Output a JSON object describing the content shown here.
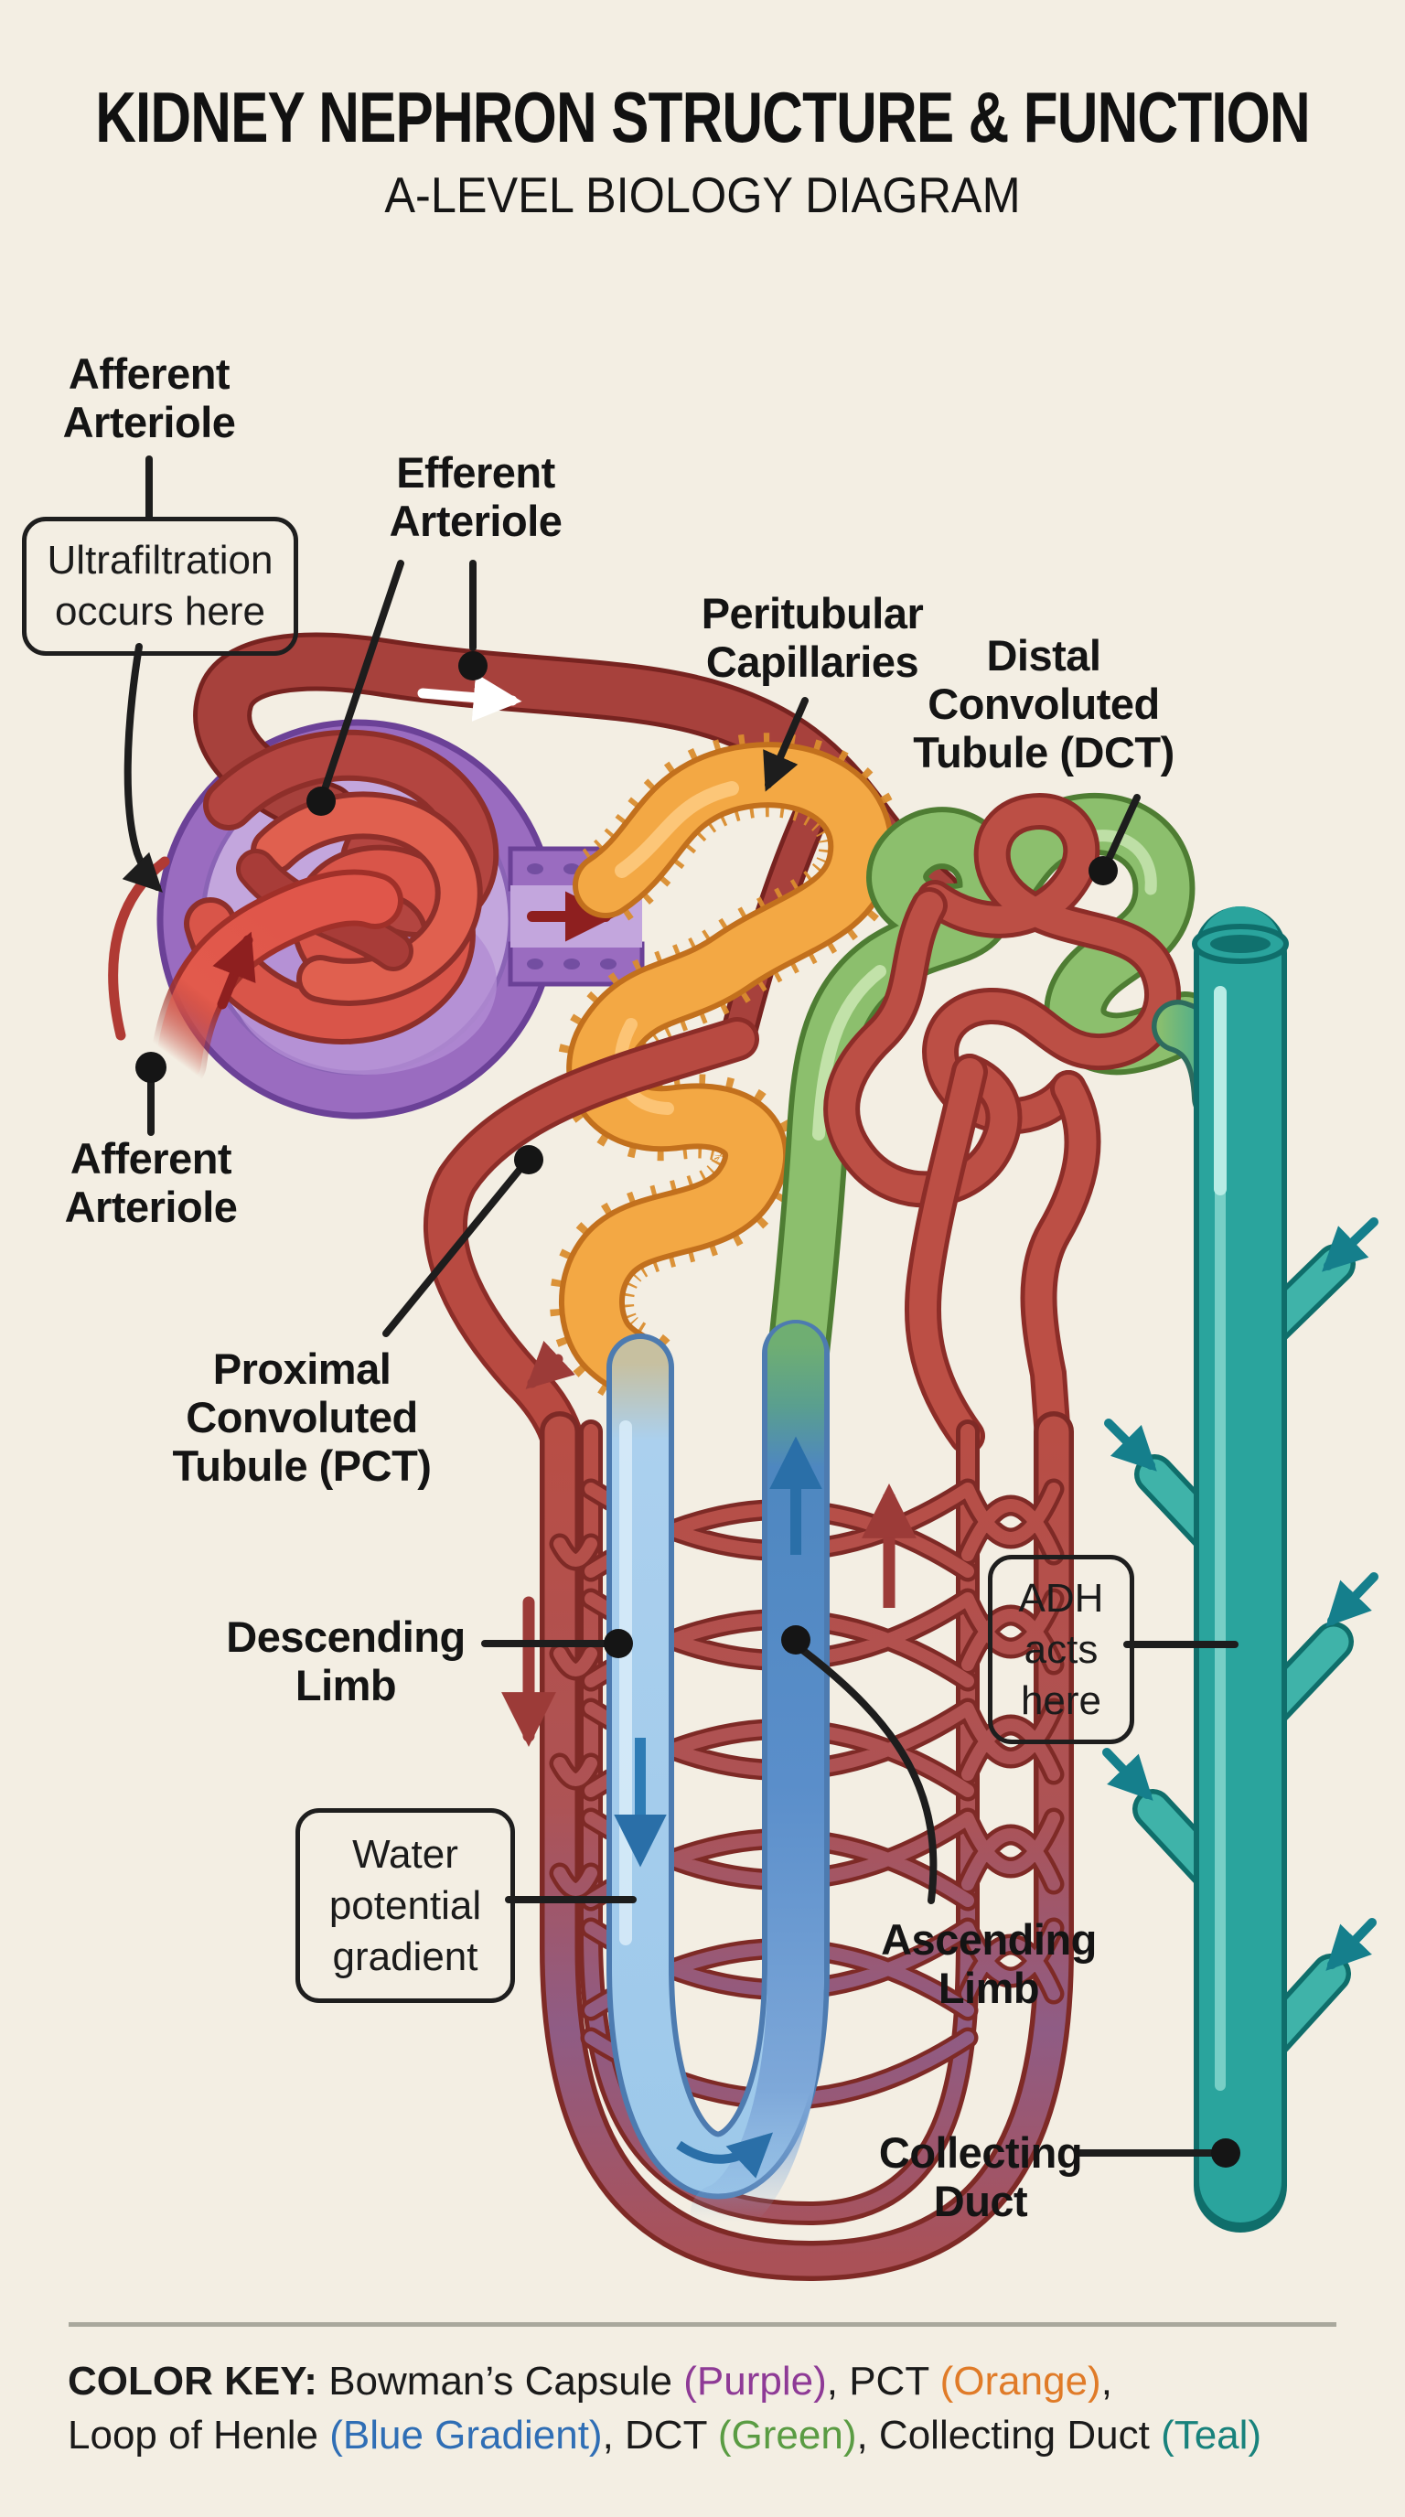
{
  "title": "KIDNEY NEPHRON STRUCTURE & FUNCTION",
  "subtitle": "A-LEVEL BIOLOGY DIAGRAM",
  "labels": {
    "afferent_arteriole_top": [
      "Afferent",
      "Arteriole"
    ],
    "efferent_arteriole": [
      "Efferent",
      "Arteriole"
    ],
    "peritubular_capillaries": [
      "Peritubular",
      "Capillaries"
    ],
    "distal_convoluted_tubule": [
      "Distal",
      "Convoluted",
      "Tubule (DCT)"
    ],
    "afferent_arteriole_bottom": [
      "Afferent",
      "Arteriole"
    ],
    "proximal_convoluted_tubule": [
      "Proximal",
      "Convoluted",
      "Tubule (PCT)"
    ],
    "descending_limb": [
      "Descending",
      "Limb"
    ],
    "ascending_limb": [
      "Ascending",
      "Limb"
    ],
    "collecting_duct": [
      "Collecting",
      "Duct"
    ]
  },
  "callouts": {
    "ultrafiltration": [
      "Ultrafiltration",
      "occurs here"
    ],
    "water_potential": [
      "Water",
      "potential",
      "gradient"
    ],
    "adh": [
      "ADH",
      "acts",
      "here"
    ]
  },
  "color_key": {
    "line1": [
      {
        "text": "COLOR KEY:",
        "color": "#1a1a1a",
        "bold": true
      },
      {
        "text": " Bowman’s Capsule ",
        "color": "#1a1a1a"
      },
      {
        "text": "(Purple)",
        "color": "#8e3a96"
      },
      {
        "text": ", PCT ",
        "color": "#1a1a1a"
      },
      {
        "text": "(Orange)",
        "color": "#e07b28"
      },
      {
        "text": ",",
        "color": "#1a1a1a"
      }
    ],
    "line2": [
      {
        "text": "Loop of Henle ",
        "color": "#1a1a1a"
      },
      {
        "text": "(Blue Gradient)",
        "color": "#2f6eb5"
      },
      {
        "text": ", DCT ",
        "color": "#1a1a1a"
      },
      {
        "text": "(Green)",
        "color": "#5a9c43"
      },
      {
        "text": ", Collecting Duct ",
        "color": "#1a1a1a"
      },
      {
        "text": "(Teal)",
        "color": "#18827c"
      }
    ]
  },
  "structure_colors": {
    "background": "#f3eee3",
    "bowmans_capsule_purple": "#9a6cc0",
    "bowmans_capsule_inner": "#c3a6dd",
    "glomerulus_red": "#d95549",
    "afferent_bright_red": "#e0564a",
    "efferent_dark_red": "#a7413c",
    "pct_orange": "#f3a844",
    "dct_green": "#8cbf6d",
    "descending_limb_blue": "#a9cfec",
    "ascending_limb_blue": "#4e87c0",
    "vasa_recta_red": "#b84e45",
    "collecting_duct_teal": "#2aa49d",
    "pointer_black": "#1d1d1d"
  },
  "icons": {
    "flow_arrow_white": "right-arrow-icon",
    "flow_arrow_red": "up-arrow-icon",
    "flow_arrow_blue": "down-arrow-icon",
    "flow_arrow_teal": "inflow-arrow-icon"
  }
}
